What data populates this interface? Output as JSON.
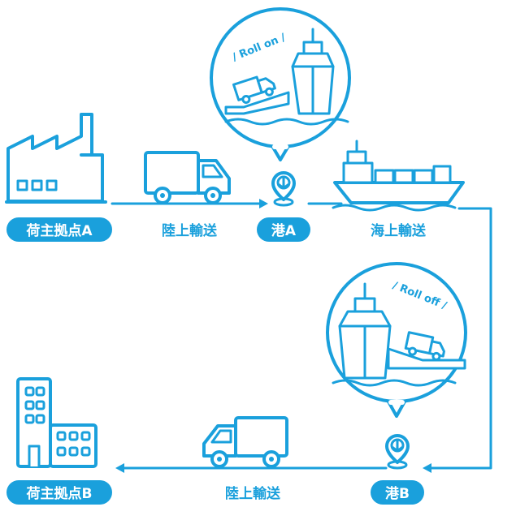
{
  "nodes": {
    "shipper_a": "荷主拠点A",
    "port_a": "港A",
    "port_b": "港B",
    "shipper_b": "荷主拠点B"
  },
  "edges": {
    "land_transport_top": "陸上輸送",
    "sea_transport": "海上輸送",
    "land_transport_bottom": "陸上輸送"
  },
  "callouts": {
    "roll_on": "Roll on",
    "roll_off": "Roll off"
  },
  "colors": {
    "accent": "#1aa0dc",
    "background": "#ffffff"
  }
}
